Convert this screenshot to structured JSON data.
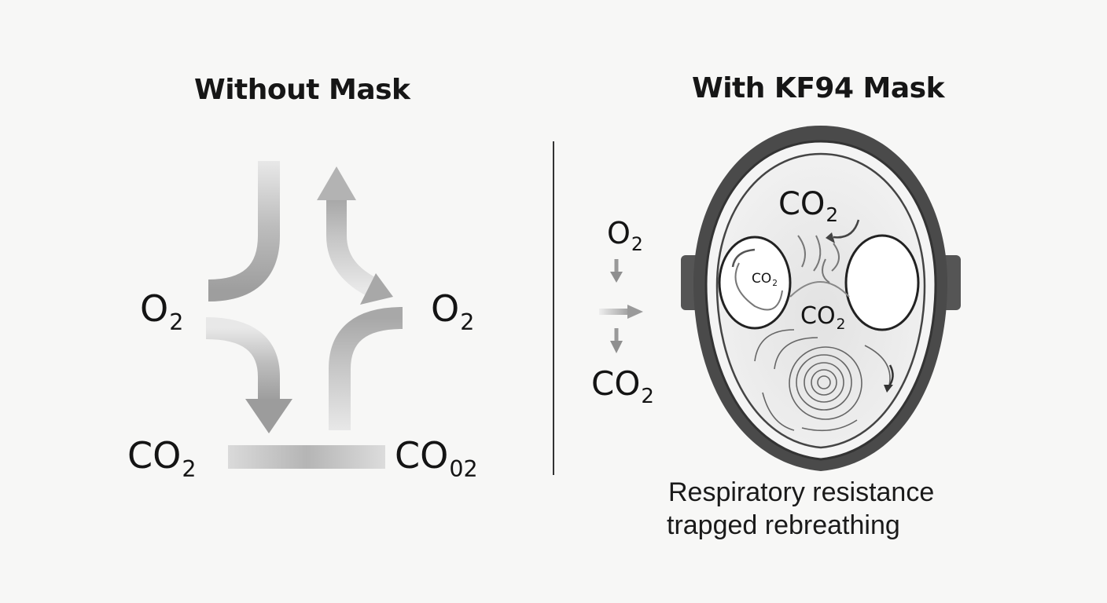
{
  "left_panel": {
    "title": "Without Mask",
    "label_o2_left": {
      "base": "O",
      "sub": "2"
    },
    "label_o2_right": {
      "base": "O",
      "sub": "2"
    },
    "label_co2_left": {
      "base": "CO",
      "sub": "2"
    },
    "label_co2_right": {
      "base": "CO",
      "sub": "02"
    }
  },
  "right_panel": {
    "title": "With KF94 Mask",
    "side_o2": {
      "base": "O",
      "sub": "2"
    },
    "side_co2": {
      "base": "CO",
      "sub": "2"
    },
    "mask_co2_top": {
      "base": "CO",
      "sub": "2"
    },
    "mask_co2_eye": {
      "base": "CO",
      "sub": "2"
    },
    "mask_co2_center": {
      "base": "CO",
      "sub": "2"
    },
    "caption_line1": "Respiratory resistance",
    "caption_line2": "trapged rebreathing"
  },
  "colors": {
    "background": "#f7f7f6",
    "arrow_gray": "#a9a9a9",
    "mask_outline": "#333333",
    "mask_band": "#4a4a4a"
  }
}
